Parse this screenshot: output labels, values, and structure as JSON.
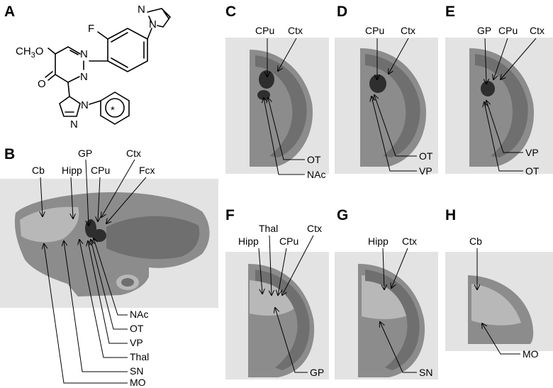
{
  "panels": {
    "A": "A",
    "B": "B",
    "C": "C",
    "D": "D",
    "E": "E",
    "F": "F",
    "G": "G",
    "H": "H"
  },
  "structure": {
    "f": "F",
    "n": "N",
    "ch3": "CH",
    "ch3_sub": "3",
    "o": "O",
    "star": "*"
  },
  "labels": {
    "B": {
      "cb": "Cb",
      "hipp": "Hipp",
      "gp": "GP",
      "cpu": "CPu",
      "ctx": "Ctx",
      "fcx": "Fcx",
      "nac": "NAc",
      "ot": "OT",
      "vp": "VP",
      "thal": "Thal",
      "sn": "SN",
      "mo": "MO"
    },
    "C": {
      "cpu": "CPu",
      "ctx": "Ctx",
      "ot": "OT",
      "nac": "NAc"
    },
    "D": {
      "cpu": "CPu",
      "ctx": "Ctx",
      "ot": "OT",
      "vp": "VP"
    },
    "E": {
      "gp": "GP",
      "cpu": "CPu",
      "ctx": "Ctx",
      "vp": "VP",
      "ot": "OT"
    },
    "F": {
      "hipp": "Hipp",
      "thal": "Thal",
      "cpu": "CPu",
      "ctx": "Ctx",
      "gp": "GP"
    },
    "G": {
      "hipp": "Hipp",
      "ctx": "Ctx",
      "sn": "SN"
    },
    "H": {
      "cb": "Cb",
      "mo": "MO"
    }
  }
}
